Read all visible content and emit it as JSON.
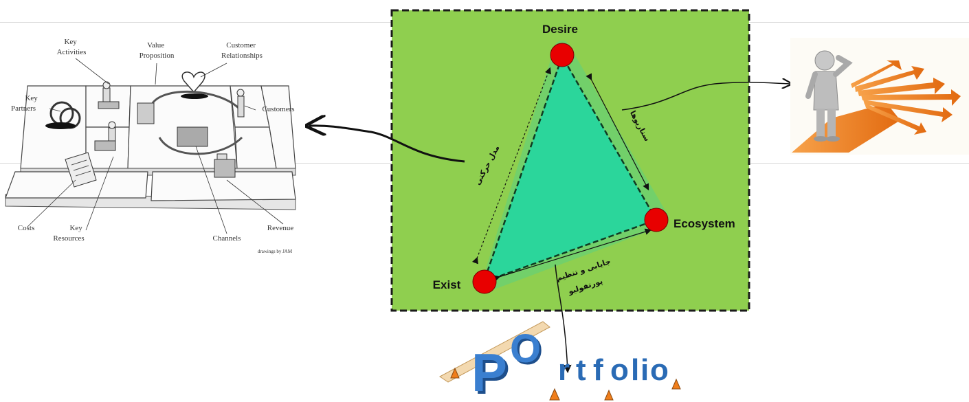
{
  "business_model_canvas": {
    "key_activities": "Key\nActivities",
    "value_proposition": "Value\nProposition",
    "customer_relationships": "Customer\nRelationships",
    "key_partners": "Key\nPartners",
    "customers": "Customers",
    "costs": "Costs",
    "key_resources": "Key\nResources",
    "channels": "Channels",
    "revenue": "Revenue",
    "credit": "drawings by JAM"
  },
  "triangle": {
    "top_node": "Desire",
    "right_node": "Ecosystem",
    "left_node": "Exist",
    "left_edge_label": "مدل حرکتی",
    "right_edge_label": "سناریوها",
    "bottom_edge_label_line1": "جایابی و تنظیم",
    "bottom_edge_label_line2": "پورتفولیو"
  },
  "portfolio": {
    "word": "Portfolio",
    "letters": [
      "P",
      "O",
      "r",
      "t",
      "f",
      "o",
      "l",
      "i",
      "o"
    ]
  },
  "colors": {
    "panel_bg": "#8fcf4f",
    "triangle_fill": "#2bd69b",
    "node_fill": "#e80000",
    "path_orange": "#f07e1b",
    "portfolio_blue": "#2a6bb5"
  }
}
